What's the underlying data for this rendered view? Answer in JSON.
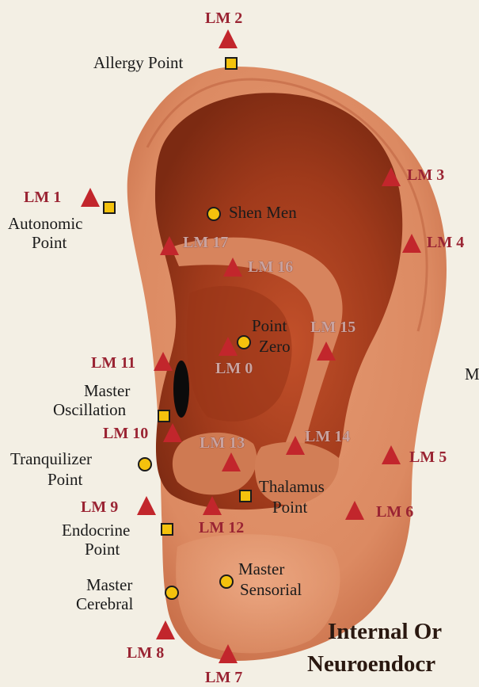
{
  "markers": {
    "lm_color": "#c2262c",
    "square_color": "#f4c20d",
    "circle_color": "#f4c20d"
  },
  "labels": {
    "lm2": "LM 2",
    "allergy": "Allergy Point",
    "lm3": "LM 3",
    "lm1": "LM 1",
    "autonomic_1": "Autonomic",
    "autonomic_2": "Point",
    "shen_men": "Shen Men",
    "lm4": "LM 4",
    "lm17": "LM 17",
    "lm16": "LM 16",
    "point_zero_1": "Point",
    "point_zero_2": "Zero",
    "lm15": "LM 15",
    "lm0": "LM 0",
    "lm11": "LM 11",
    "master_osc_1": "Master",
    "master_osc_2": "Oscillation",
    "m_partial": "M",
    "lm10": "LM 10",
    "lm13": "LM 13",
    "lm14": "LM 14",
    "lm5": "LM 5",
    "tranq_1": "Tranquilizer",
    "tranq_2": "Point",
    "thalamus_1": "Thalamus",
    "thalamus_2": "Point",
    "lm9": "LM 9",
    "lm12": "LM 12",
    "lm6": "LM 6",
    "endocrine_1": "Endocrine",
    "endocrine_2": "Point",
    "master_sens_1": "Master",
    "master_sens_2": "Sensorial",
    "master_cer_1": "Master",
    "master_cer_2": "Cerebral",
    "lm8": "LM 8",
    "lm7": "LM 7",
    "title_1": "Internal Or",
    "title_2": "Neuroendocr"
  }
}
